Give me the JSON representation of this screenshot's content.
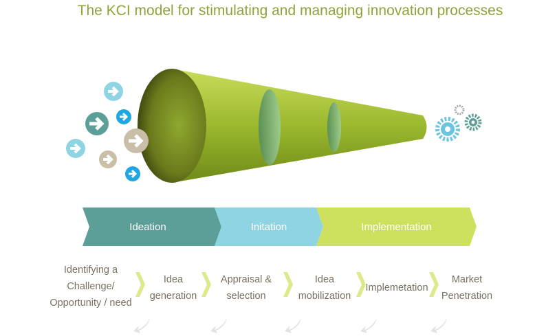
{
  "title": "The KCI model for stimulating and managing innovation processes",
  "phases": [
    {
      "label": "Ideation",
      "color": "#5c9f98"
    },
    {
      "label": "Initation",
      "color": "#8fd4e3"
    },
    {
      "label": "Implementation",
      "color": "#cfe05e"
    }
  ],
  "steps": [
    {
      "label": "Identifying a Challenge/ Opportunity / need"
    },
    {
      "label": "Idea generation"
    },
    {
      "label": "Appraisal & selection"
    },
    {
      "label": "Idea mobilization"
    },
    {
      "label": "Implemetation"
    },
    {
      "label": "Market Penetration"
    }
  ],
  "colors": {
    "title": "#8fa33c",
    "cone": "#9ab52c",
    "text": "#7a7060",
    "separator": "#dde98a"
  }
}
